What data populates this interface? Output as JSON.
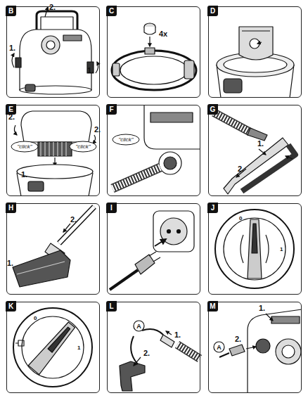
{
  "diagram": {
    "nodes": [
      {
        "text": [
          "B"
        ]
      },
      {
        "text": [
          "C"
        ]
      },
      {
        "text": [
          "D"
        ]
      },
      {
        "text": [
          "E"
        ]
      },
      {
        "text": [
          "\"click\""
        ],
        "in": 3
      },
      {
        "text": [
          "\"click\""
        ],
        "in": 3
      },
      {
        "text": [
          "F"
        ]
      },
      {
        "text": [
          "\"click\""
        ],
        "in": 6
      },
      {
        "text": [
          "G"
        ]
      },
      {
        "text": [
          "H"
        ]
      },
      {
        "text": [
          "I"
        ]
      },
      {
        "text": [
          "J"
        ]
      },
      {
        "text": [
          "K"
        ]
      },
      {
        "text": [
          "L"
        ]
      },
      {
        "text": [
          "A"
        ],
        "in": 13
      },
      {
        "text": [
          "M"
        ]
      },
      {
        "text": [
          "A"
        ],
        "in": 15
      }
    ],
    "labels": [
      "1.",
      "2.",
      "1.",
      "4x",
      "2.",
      "2.",
      "1.",
      "1.",
      "2.",
      "2.",
      "1.",
      "0",
      "1",
      "0",
      "1",
      "1.",
      "2.",
      "1.",
      "2."
    ]
  }
}
